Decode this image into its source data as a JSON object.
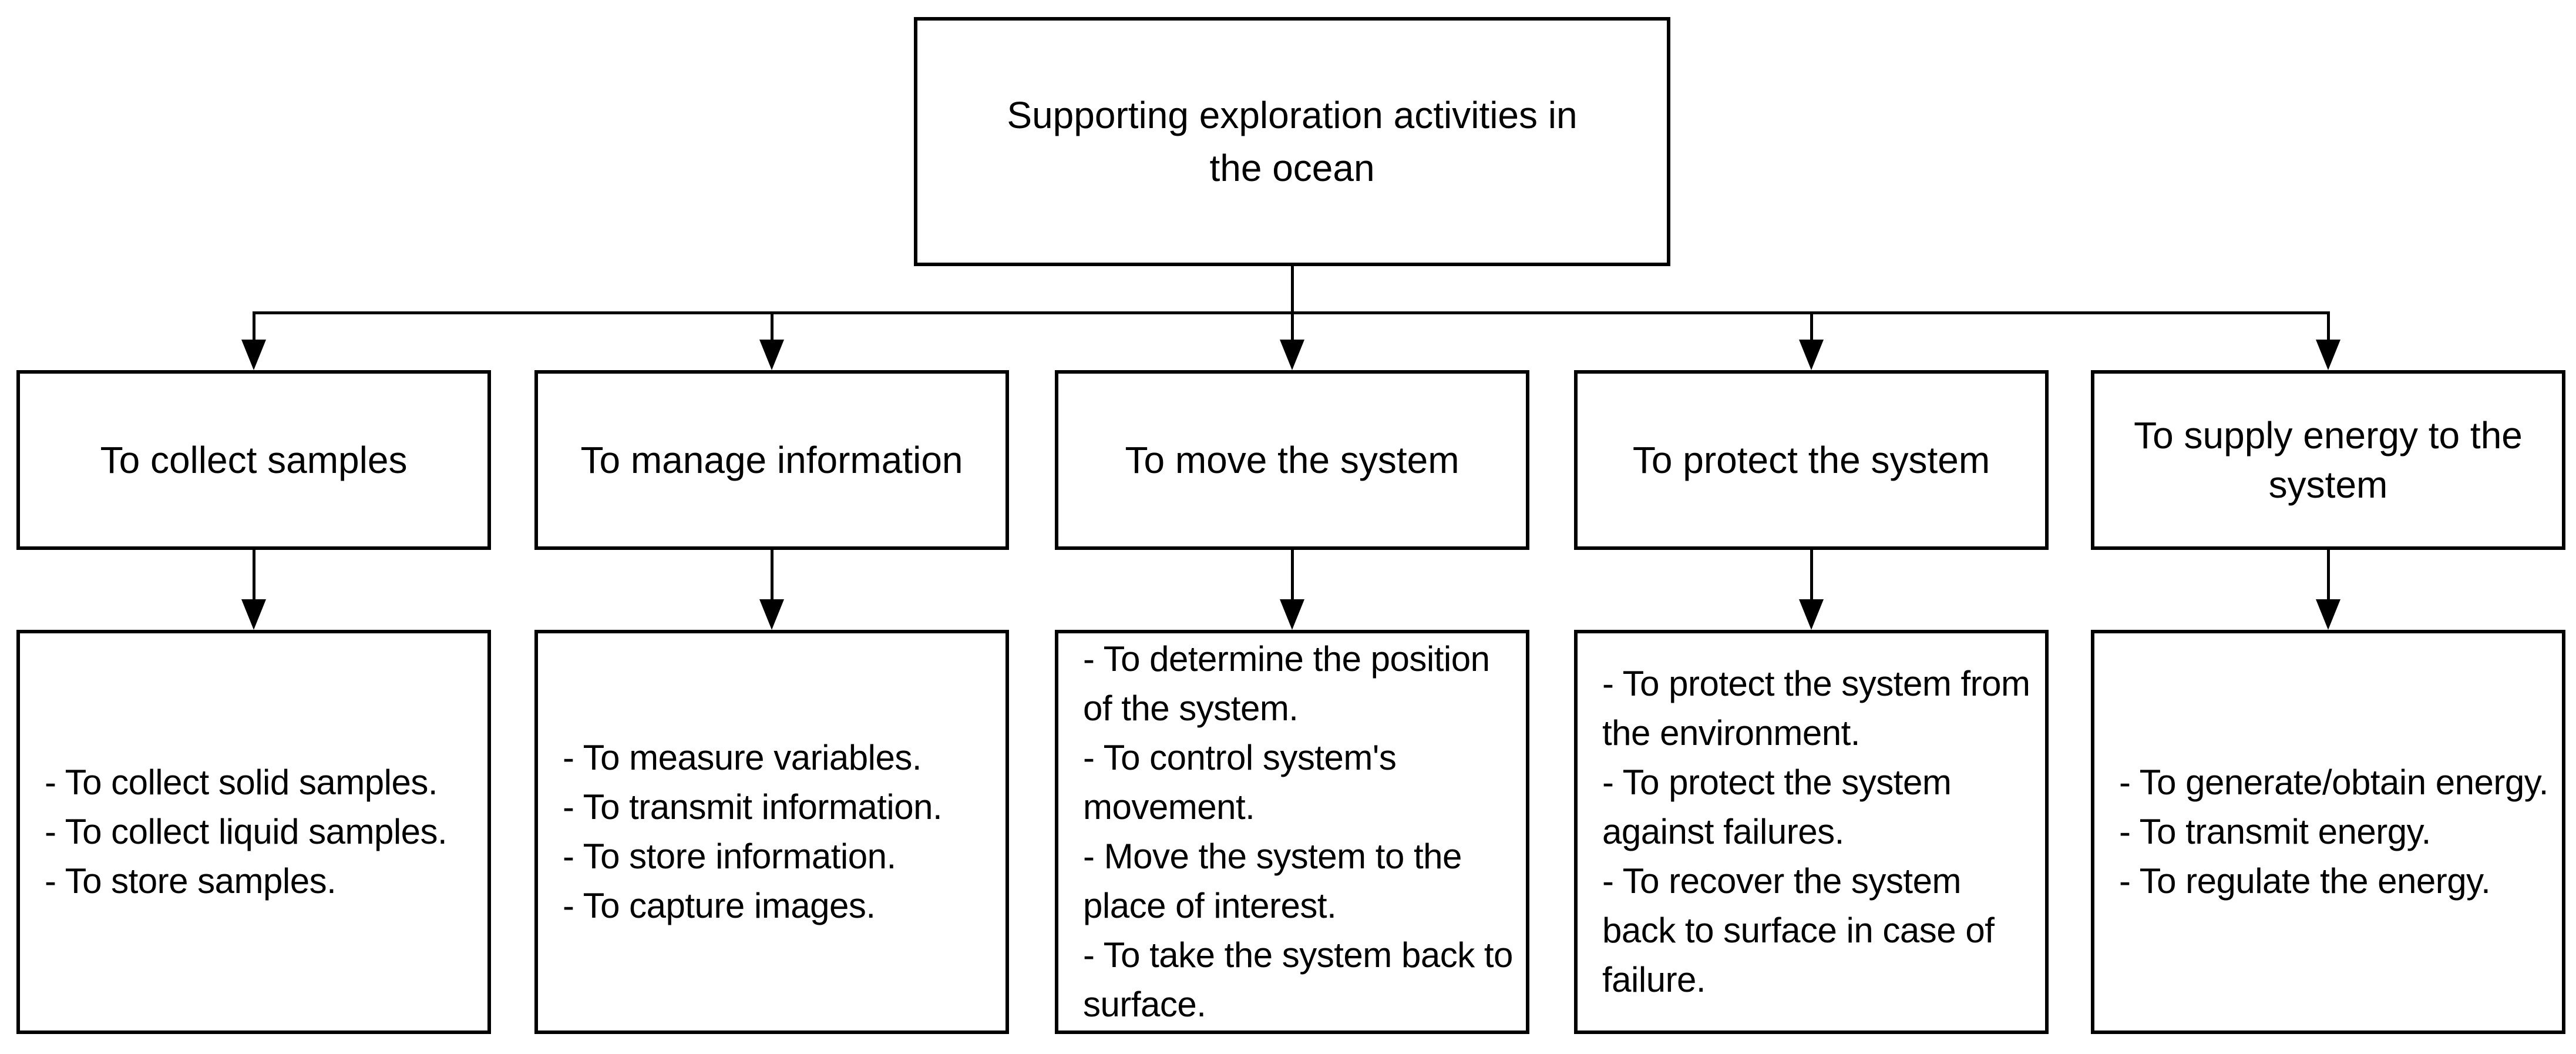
{
  "diagram": {
    "colors": {
      "line": "#000000",
      "text": "#000000",
      "background": "#ffffff"
    },
    "root": {
      "label": "Supporting exploration activities in the ocean"
    },
    "branches": [
      {
        "title": "To collect samples",
        "details": [
          "- To collect solid samples.",
          "- To collect liquid samples.",
          "- To store samples."
        ]
      },
      {
        "title": "To manage information",
        "details": [
          "- To measure variables.",
          "- To transmit information.",
          "- To store information.",
          "- To capture images."
        ]
      },
      {
        "title": "To move the system",
        "details": [
          "- To determine the position of the system.",
          "- To control system's movement.",
          "- Move the system to the place of interest.",
          "- To take the system back to surface."
        ]
      },
      {
        "title": "To protect the system",
        "details": [
          "- To protect the system from the environment.",
          "- To protect the system against failures.",
          "- To recover the system back to surface in case of failure."
        ]
      },
      {
        "title": "To supply energy to the system",
        "details": [
          "- To generate/obtain energy.",
          "- To transmit energy.",
          "- To regulate the energy."
        ]
      }
    ]
  }
}
